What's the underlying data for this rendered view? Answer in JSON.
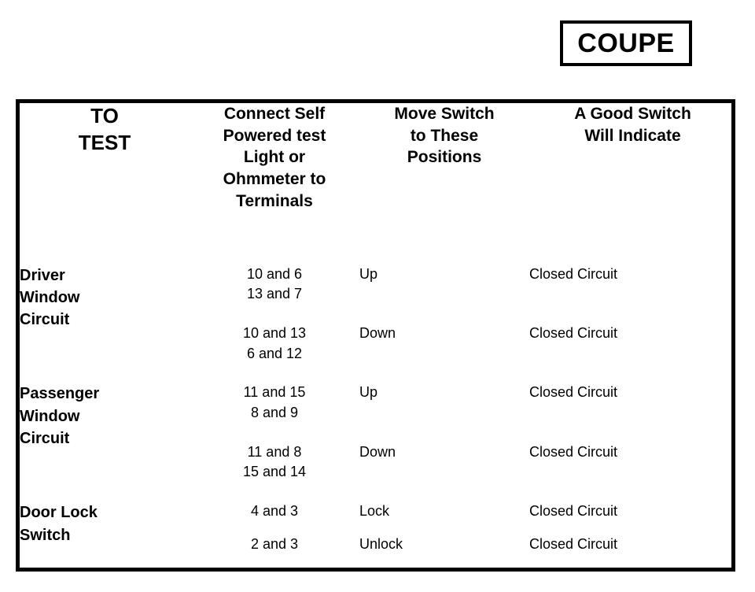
{
  "badge": {
    "label": "COUPE"
  },
  "table": {
    "headers": [
      "TO\nTEST",
      "Connect Self Powered test Light or Ohmmeter to Terminals",
      "Move Switch to These Positions",
      "A Good Switch Will Indicate"
    ],
    "header_lines": {
      "col1": [
        "TO",
        "TEST"
      ],
      "col2": [
        "Connect Self",
        "Powered test",
        "Light or",
        "Ohmmeter to",
        "Terminals"
      ],
      "col3": [
        "Move Switch",
        "to These",
        "Positions"
      ],
      "col4": [
        "A Good Switch",
        "Will Indicate"
      ]
    },
    "groups": [
      {
        "label_lines": [
          "Driver",
          "Window",
          "Circuit"
        ],
        "rows": [
          {
            "terminals_lines": [
              "10 and 6",
              "13 and 7"
            ],
            "position": "Up",
            "indicate": "Closed Circuit"
          },
          {
            "terminals_lines": [
              "10 and 13",
              "6 and 12"
            ],
            "position": "Down",
            "indicate": "Closed Circuit"
          }
        ]
      },
      {
        "label_lines": [
          "Passenger",
          "Window",
          "Circuit"
        ],
        "rows": [
          {
            "terminals_lines": [
              "11 and 15",
              "8 and 9"
            ],
            "position": "Up",
            "indicate": "Closed Circuit"
          },
          {
            "terminals_lines": [
              "11 and 8",
              "15 and 14"
            ],
            "position": "Down",
            "indicate": "Closed Circuit"
          }
        ]
      },
      {
        "label_lines": [
          "Door Lock",
          "Switch"
        ],
        "rows": [
          {
            "terminals_lines": [
              "4 and 3"
            ],
            "position": "Lock",
            "indicate": "Closed Circuit"
          },
          {
            "terminals_lines": [
              "2 and 3"
            ],
            "position": "Unlock",
            "indicate": "Closed Circuit"
          }
        ]
      }
    ]
  },
  "colors": {
    "ink": "#000000",
    "paper": "#ffffff"
  }
}
